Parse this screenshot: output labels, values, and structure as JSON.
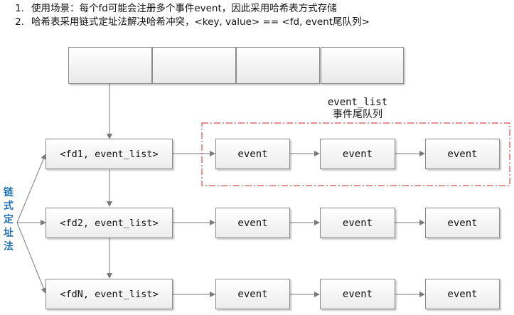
{
  "notes": [
    {
      "num": "1.",
      "text": "使用场景：每个fd可能会注册多个事件event，因此采用哈希表方式存储"
    },
    {
      "num": "2.",
      "text": "哈希表采用链式定址法解决哈希冲突，<key, value> == <fd, event尾队列>"
    }
  ],
  "hash_table": {
    "cells": [
      "",
      "",
      "",
      ""
    ]
  },
  "keys": [
    "<fd1, event_list>",
    "<fd2, event_list>",
    "<fdN, event_list>"
  ],
  "event_label": "event",
  "list_caption": {
    "line1": "event_list",
    "line2": "事件尾队列"
  },
  "chaining_label": "链式定址法",
  "colors": {
    "dash_border": "#cc2222",
    "chain_text": "#1f6fb5",
    "stroke": "#7a7a7a"
  }
}
